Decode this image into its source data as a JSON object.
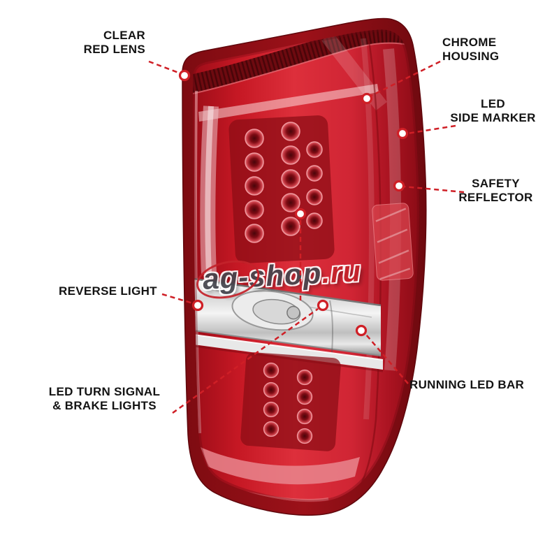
{
  "diagram": {
    "subject": "LED tail light product feature diagram",
    "background": "#ffffff"
  },
  "colors": {
    "leader_line": "#cf1f26",
    "label_text": "#131313",
    "lens_red": "#d42330",
    "housing_dark_red": "#7d0b11",
    "chrome_band": "#e6e6e6",
    "watermark_red": "#c4232b"
  },
  "watermark": {
    "main": "ag-shop",
    "tld": ".ru"
  },
  "callouts": [
    {
      "id": "clear-red-lens",
      "lines": [
        "CLEAR",
        "RED LENS"
      ]
    },
    {
      "id": "chrome-housing",
      "lines": [
        "CHROME",
        "HOUSING"
      ]
    },
    {
      "id": "led-side-marker",
      "lines": [
        "LED",
        "SIDE MARKER"
      ]
    },
    {
      "id": "safety-reflector",
      "lines": [
        "SAFETY",
        "REFLECTOR"
      ]
    },
    {
      "id": "reverse-light",
      "lines": [
        "REVERSE LIGHT"
      ]
    },
    {
      "id": "led-turn-signal",
      "lines": [
        "LED TURN SIGNAL",
        "& BRAKE LIGHTS"
      ]
    },
    {
      "id": "running-led-bar",
      "lines": [
        "RUNNING LED BAR"
      ]
    }
  ]
}
